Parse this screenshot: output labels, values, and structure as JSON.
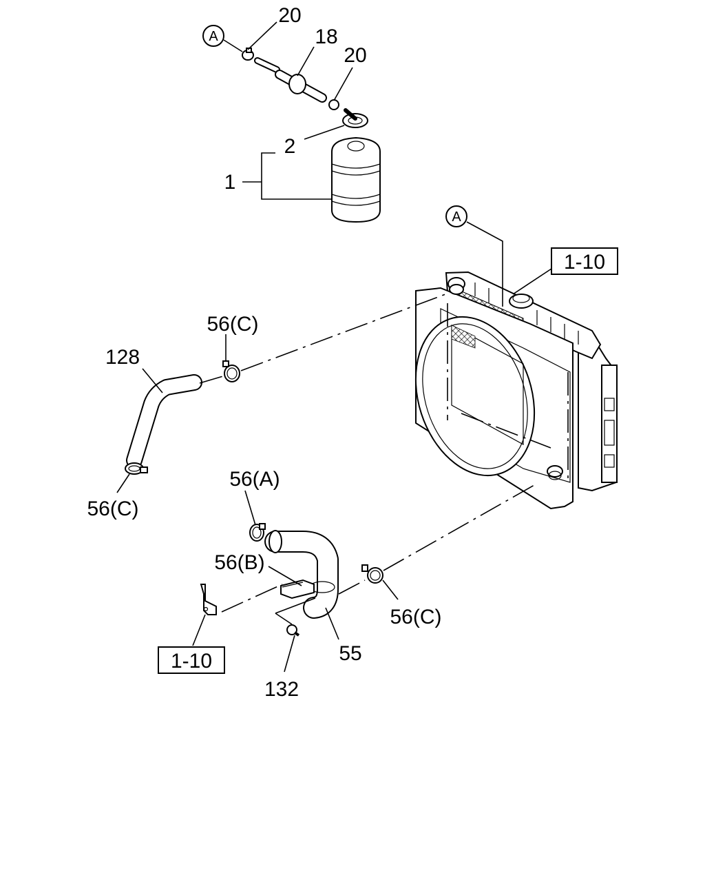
{
  "labels": {
    "p20_top": "20",
    "p18": "18",
    "p20_mid": "20",
    "p2": "2",
    "p1": "1",
    "ref_a_top": "A",
    "ref_a_radiator": "A",
    "ref_1_10_top": "1-10",
    "p56c_upper": "56(C)",
    "p128": "128",
    "p56c_left": "56(C)",
    "p56a": "56(A)",
    "p56b": "56(B)",
    "p56c_lower": "56(C)",
    "ref_1_10_bottom": "1-10",
    "p55": "55",
    "p132": "132"
  }
}
